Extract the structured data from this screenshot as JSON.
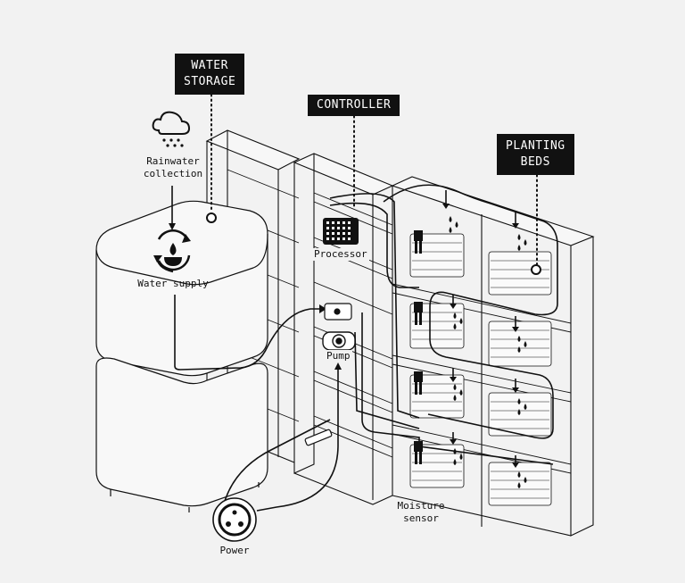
{
  "callouts": {
    "water_storage": [
      "WATER",
      "STORAGE"
    ],
    "controller": "CONTROLLER",
    "planting_beds": [
      "PLANTING",
      "BEDS"
    ]
  },
  "labels": {
    "rainwater": [
      "Rainwater",
      "collection"
    ],
    "water_supply": "Water supply",
    "processor": "Processor",
    "pump": "Pump",
    "moisture": [
      "Moisture",
      "sensor"
    ],
    "power": "Power"
  },
  "icons": [
    "rain-cloud-icon",
    "water-cycle-icon",
    "processor-board-icon",
    "pump-icon",
    "power-socket-icon",
    "moisture-sensor-icon",
    "water-drop-icon"
  ],
  "colors": {
    "line": "#111111",
    "background": "#f2f2f2",
    "callout_bg": "#111111",
    "callout_text": "#ffffff"
  }
}
